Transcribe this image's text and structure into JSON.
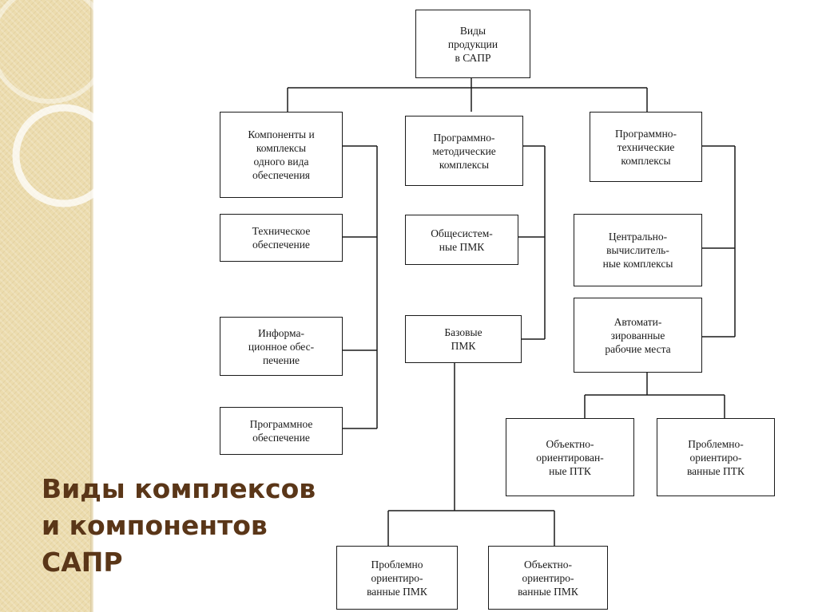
{
  "slide": {
    "title_lines": [
      "Виды комплексов",
      "и компонентов",
      "САПР"
    ]
  },
  "colors": {
    "side_band": "#ecdcae",
    "title": "#5a3618",
    "lines": "#1a1a1a",
    "ring": "#ffffff"
  },
  "diagram": {
    "root": {
      "lines": [
        "Виды",
        "продукции",
        "в САПР"
      ]
    },
    "components": {
      "header": [
        "Компоненты и",
        "комплексы",
        "одного вида",
        "обеспечения"
      ],
      "technical": [
        "Техническое",
        "обеспечение"
      ],
      "information": [
        "Информа-",
        "ционное обес-",
        "печение"
      ],
      "software": [
        "Программное",
        "обеспечение"
      ]
    },
    "methodical": {
      "header": [
        "Программно-",
        "методические",
        "комплексы"
      ],
      "system_wide": [
        "Общесистем-",
        "ные ПМК"
      ],
      "base": [
        "Базовые",
        "ПМК"
      ],
      "problem_oriented": [
        "Проблемно",
        "ориентиро-",
        "ванные ПМК"
      ],
      "object_oriented": [
        "Объектно-",
        "ориентиро-",
        "ванные ПМК"
      ]
    },
    "technical_complexes": {
      "header": [
        "Программно-",
        "технические",
        "комплексы"
      ],
      "central": [
        "Центрально-",
        "вычислитель-",
        "ные комплексы"
      ],
      "workstations": [
        "Автомати-",
        "зированные",
        "рабочие места"
      ],
      "object_oriented": [
        "Объектно-",
        "ориентирован-",
        "ные ПТК"
      ],
      "problem_oriented": [
        "Проблемно-",
        "ориентиро-",
        "ванные ПТК"
      ]
    }
  }
}
